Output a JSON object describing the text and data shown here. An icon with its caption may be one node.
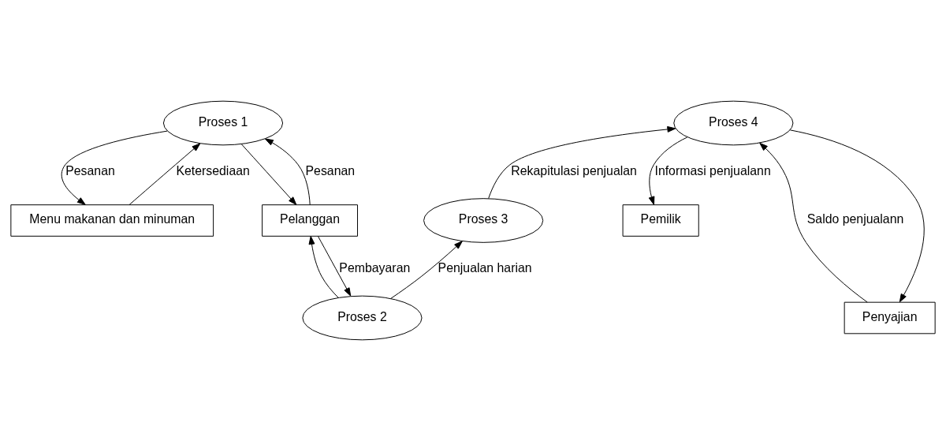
{
  "diagram": {
    "nodes": [
      {
        "text": [
          "Menu makanan dan minuman"
        ]
      },
      {
        "text": [
          "Proses 1"
        ]
      },
      {
        "text": [
          "Pelanggan"
        ]
      },
      {
        "text": [
          "Proses 2"
        ]
      },
      {
        "text": [
          "Proses 3"
        ]
      },
      {
        "text": [
          "Proses 4"
        ]
      },
      {
        "text": [
          "Pemilik"
        ]
      },
      {
        "text": [
          "Penyajian"
        ]
      }
    ],
    "edges": [
      {
        "from": 1,
        "to": 0,
        "arrow": "to",
        "label": "Pesanan"
      },
      {
        "from": 0,
        "to": 1,
        "arrow": "to",
        "label": "Ketersediaan"
      },
      {
        "from": 2,
        "to": 1,
        "arrow": "to",
        "label": "Pesanan"
      },
      {
        "from": 1,
        "to": 2,
        "arrow": "to"
      },
      {
        "from": 2,
        "to": 3,
        "arrow": "to",
        "label": "Pembayaran"
      },
      {
        "from": 3,
        "to": 2,
        "arrow": "to"
      },
      {
        "from": 3,
        "to": 4,
        "arrow": "to",
        "label": "Penjualan harian"
      },
      {
        "from": 4,
        "to": 5,
        "arrow": "to",
        "label": "Rekapitulasi penjualan"
      },
      {
        "from": 5,
        "to": 6,
        "arrow": "to",
        "label": "Informasi penjualann"
      },
      {
        "from": 5,
        "to": 7,
        "arrow": "to"
      },
      {
        "from": 7,
        "to": 5,
        "arrow": "to",
        "label": "Saldo penjualann"
      }
    ]
  }
}
